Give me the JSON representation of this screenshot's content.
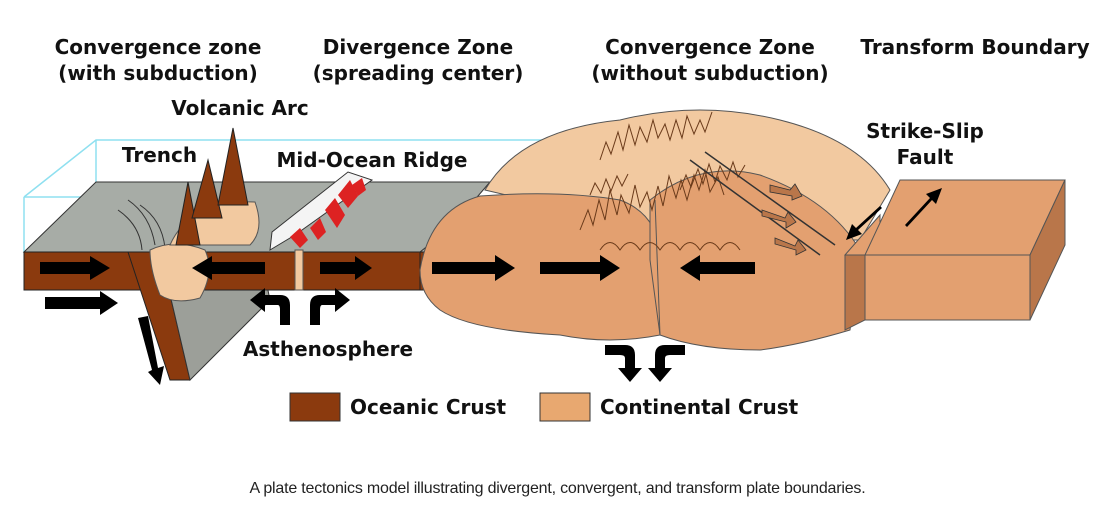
{
  "labels": {
    "convergence_sub_1": "Convergence zone",
    "convergence_sub_2": "(with subduction)",
    "divergence_1": "Divergence Zone",
    "divergence_2": "(spreading center)",
    "convergence_nosub_1": "Convergence Zone",
    "convergence_nosub_2": "(without subduction)",
    "transform": "Transform Boundary",
    "volcanic_arc": "Volcanic Arc",
    "trench": "Trench",
    "mid_ocean_ridge": "Mid-Ocean Ridge",
    "strike_slip_1": "Strike-Slip",
    "strike_slip_2": "Fault",
    "asthenosphere": "Asthenosphere"
  },
  "legend": {
    "oceanic": {
      "label": "Oceanic Crust",
      "color": "#8B3A0E"
    },
    "continental": {
      "label": "Continental Crust",
      "color": "#E8A870"
    }
  },
  "caption": "A plate tectonics model illustrating divergent, convergent, and transform plate boundaries.",
  "colors": {
    "ocean_gray": "#A7ACA6",
    "mantle_gray": "#9C9F99",
    "continental_light": "#F2C9A0",
    "continental_mid": "#E3A070",
    "continental_dark": "#B9764A",
    "oceanic": "#8B3A0E",
    "water_outline": "#8FE0F0",
    "arrow": "#000000"
  }
}
